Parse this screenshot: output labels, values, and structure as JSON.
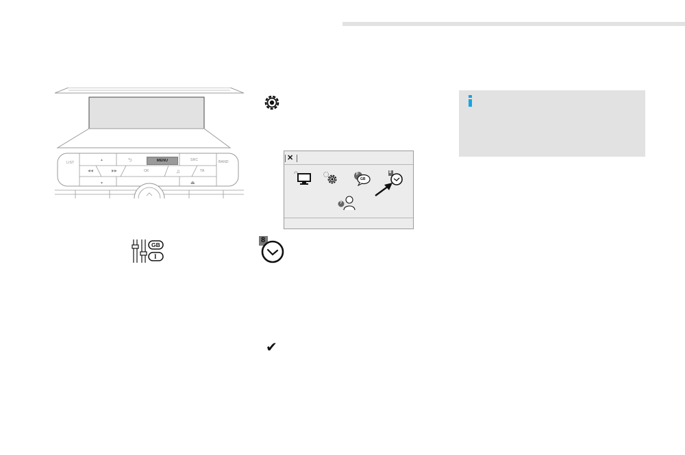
{
  "header": {
    "accent_color": "#e2e2e2"
  },
  "radio_panel": {
    "buttons": {
      "list": "LIST",
      "up": "▲",
      "back": "⮌",
      "menu": "MENU",
      "src": "SRC",
      "band": "BAND",
      "rewind": "◀◀",
      "forward": "▶▶",
      "ok": "OK",
      "music": "♫",
      "ta": "TA",
      "down": "▼",
      "eject": "⏏"
    },
    "highlight_color": "#9a9a9a"
  },
  "icons": {
    "settings": "gear-icon",
    "language": "equaliser-language-icon",
    "clock": "clock-icon",
    "check": "✔",
    "info": "info-icon"
  },
  "language_icon": {
    "top_label": "GB",
    "bottom_label": "I"
  },
  "clock_icon": {
    "badge": "8"
  },
  "screen": {
    "close_label": "✕",
    "items": [
      "brightness-screen-icon",
      "settings-gear-icon",
      "language-chat-icon",
      "clock-badge-icon",
      "user-profile-icon"
    ],
    "clock_badge": "8",
    "chat_label": "GB",
    "chat_badge": "F",
    "profile_badge": "?"
  },
  "info_box": {
    "accent_color": "#1aa3e0",
    "background": "#e2e2e2"
  }
}
